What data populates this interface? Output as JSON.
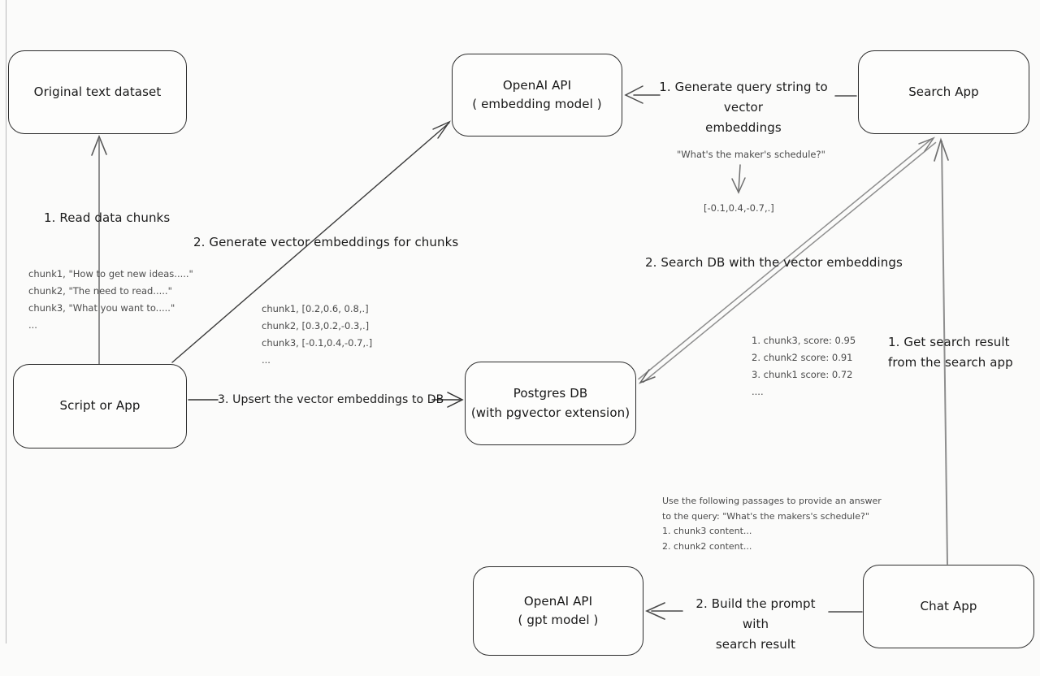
{
  "nodes": {
    "original_dataset": {
      "label": "Original text dataset"
    },
    "openai_embedding": {
      "label": "OpenAI API\n( embedding model )"
    },
    "search_app": {
      "label": "Search App"
    },
    "script_or_app": {
      "label": "Script or App"
    },
    "postgres_db": {
      "label": "Postgres DB\n(with pgvector extension)"
    },
    "openai_gpt": {
      "label": "OpenAI API\n( gpt model )"
    },
    "chat_app": {
      "label": "Chat App"
    }
  },
  "edge_labels": {
    "read_chunks": "1. Read data chunks",
    "generate_embeddings": "2. Generate vector embeddings for chunks",
    "upsert_db": "3. Upsert the vector embeddings to DB",
    "query_to_vector": "1. Generate query string to vector\nembeddings",
    "search_db": "2. Search DB with the vector embeddings",
    "get_search_result": "1. Get search result\nfrom the search app",
    "build_prompt": "2. Build the prompt with\nsearch result"
  },
  "annotations": {
    "chunk_texts": "chunk1, \"How to get new ideas.....\"\nchunk2, \"The need to read.....\"\nchunk3, \"What you want to.....\"\n...",
    "chunk_vectors": "chunk1, [0.2,0.6, 0.8,.]\nchunk2, [0.3,0.2,-0.3,.]\nchunk3, [-0.1,0.4,-0.7,.]\n...",
    "query_string": "\"What's the maker's schedule?\"",
    "query_vector": "[-0.1,0.4,-0.7,.]",
    "search_scores": "1. chunk3, score: 0.95\n2. chunk2 score: 0.91\n3. chunk1 score: 0.72\n....",
    "prompt_text": "Use the following passages to provide an answer\nto the query: \"What's the makers's schedule?\"\n1. chunk3 content...\n2. chunk2 content..."
  },
  "colors": {
    "stroke_dark": "#2d2d2d",
    "stroke_gray": "#8e8e8e",
    "background": "#fbfbfa"
  }
}
